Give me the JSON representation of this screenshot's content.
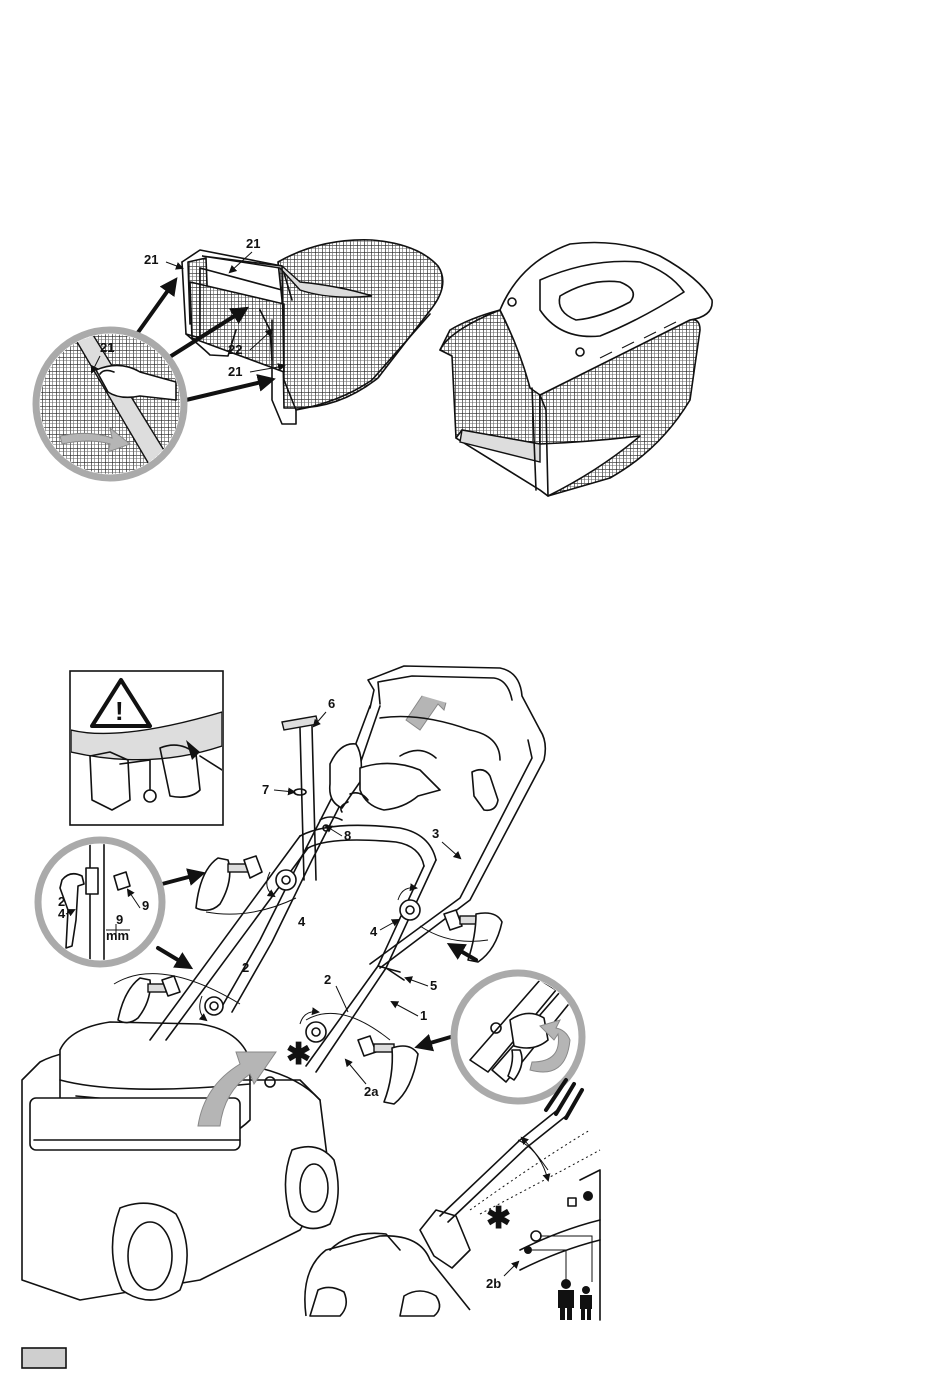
{
  "figure_top": {
    "labels": {
      "l21_a": "21",
      "l21_b": "21",
      "l21_c": "21",
      "l21_d": "21",
      "l22": "22"
    }
  },
  "figure_bottom": {
    "labels": {
      "l6": "6",
      "l7": "7",
      "l8": "8",
      "l3": "3",
      "l4_a": "4",
      "l4_b": "4",
      "l2_a": "2",
      "l2_b": "2",
      "l5": "5",
      "l1": "1",
      "l2a": "2a",
      "l2b": "2b",
      "inset_2": "2",
      "inset_4": "4",
      "inset_9": "9",
      "inset_9mm": "9",
      "inset_mm": "mm",
      "star_a": "✱",
      "star_b": "✱"
    },
    "warning_symbol": "!"
  },
  "colors": {
    "outline": "#111111",
    "loupe_ring": "#aaaaaa",
    "grey_arrow": "#b5b5b5"
  }
}
